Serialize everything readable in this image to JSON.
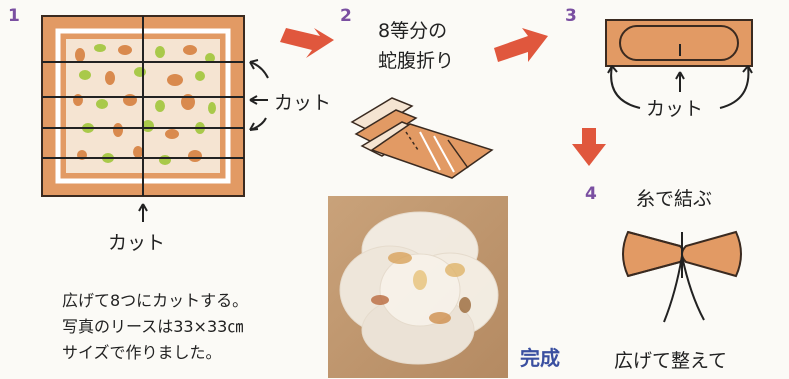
{
  "steps": [
    {
      "number": "1",
      "cut_label_side": "カット",
      "cut_label_bottom": "カット"
    },
    {
      "number": "2",
      "label_line1": "8等分の",
      "label_line2": "蛇腹折り"
    },
    {
      "number": "3",
      "cut_label": "カット"
    },
    {
      "number": "4",
      "label": "糸で結ぶ",
      "caption": "広げて整えて"
    }
  ],
  "note": {
    "line1": "広げて8つにカットする。",
    "line2": "写真のリースは33×33㎝",
    "line3": "サイズで作りました。"
  },
  "photo_label": "完成",
  "colors": {
    "paper_orange": "#e29a64",
    "arrow_red": "#e0573d",
    "step_number": "#7a4fa1",
    "finish_blue": "#3a4fa0",
    "dot_green": "#a9c94a",
    "dot_orange": "#d98a4e"
  }
}
